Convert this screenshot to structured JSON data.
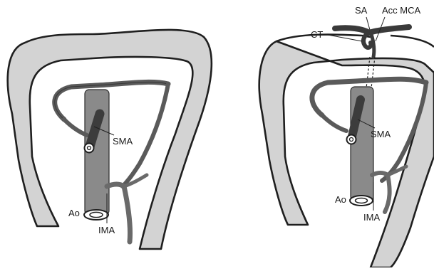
{
  "colors": {
    "colon_fill": "#d3d3d3",
    "outline": "#1f1f1f",
    "aorta": "#8a8a8a",
    "vessel": "#595959",
    "background": "#ffffff"
  },
  "left_panel": {
    "labels": {
      "sma": "SMA",
      "ao": "Ao",
      "ima": "IMA"
    }
  },
  "right_panel": {
    "labels": {
      "sa": "SA",
      "acc_mca": "Acc MCA",
      "ct": "CT",
      "sma": "SMA",
      "ao": "Ao",
      "ima": "IMA"
    }
  }
}
